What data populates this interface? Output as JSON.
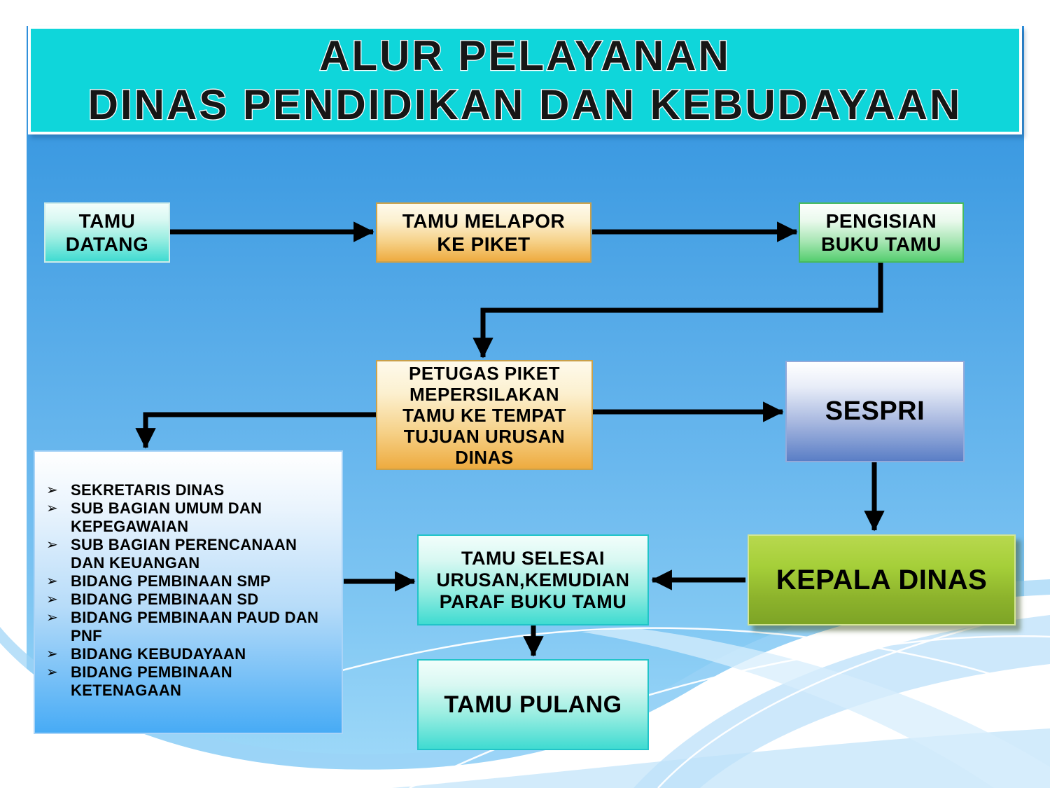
{
  "banner": {
    "line1": "ALUR PELAYANAN",
    "line2": "DINAS PENDIDIKAN DAN KEBUDAYAAN"
  },
  "nodes": {
    "tamu_datang": {
      "lines": [
        "TAMU",
        "DATANG"
      ]
    },
    "tamu_melapor": {
      "lines": [
        "TAMU MELAPOR",
        "KE PIKET"
      ]
    },
    "pengisian": {
      "lines": [
        "PENGISIAN",
        "BUKU TAMU"
      ]
    },
    "petugas": {
      "lines": [
        "PETUGAS PIKET",
        "MEPERSILAKAN",
        "TAMU KE TEMPAT",
        "TUJUAN URUSAN",
        "DINAS"
      ]
    },
    "sespri": {
      "label": "SESPRI"
    },
    "kepala_dinas": {
      "label": "KEPALA DINAS"
    },
    "tamu_selesai": {
      "lines": [
        "TAMU SELESAI",
        "URUSAN,KEMUDIAN",
        "PARAF BUKU TAMU"
      ]
    },
    "tamu_pulang": {
      "label": "TAMU PULANG"
    }
  },
  "destinations": {
    "bullet_glyph": "➢",
    "items": [
      "SEKRETARIS DINAS",
      "SUB BAGIAN UMUM DAN KEPEGAWAIAN",
      "SUB BAGIAN PERENCANAAN DAN KEUANGAN",
      "BIDANG PEMBINAAN SMP",
      "BIDANG PEMBINAAN SD",
      "BIDANG PEMBINAAN PAUD DAN PNF",
      "BIDANG KEBUDAYAAN",
      "BIDANG PEMBINAAN KETENAGAAN"
    ]
  },
  "colors": {
    "banner_fill": "#0fd6da",
    "turquoise_box": "#3fdbd1",
    "orange_box": "#eeab3f",
    "green_box": "#55ce6f",
    "slate_blue_box": "#5a7ec6",
    "olive_green_box": "#8db32c",
    "list_box_blue": "#47abf5",
    "background_blue": "#3f9ce2",
    "arrow": "#000000"
  }
}
